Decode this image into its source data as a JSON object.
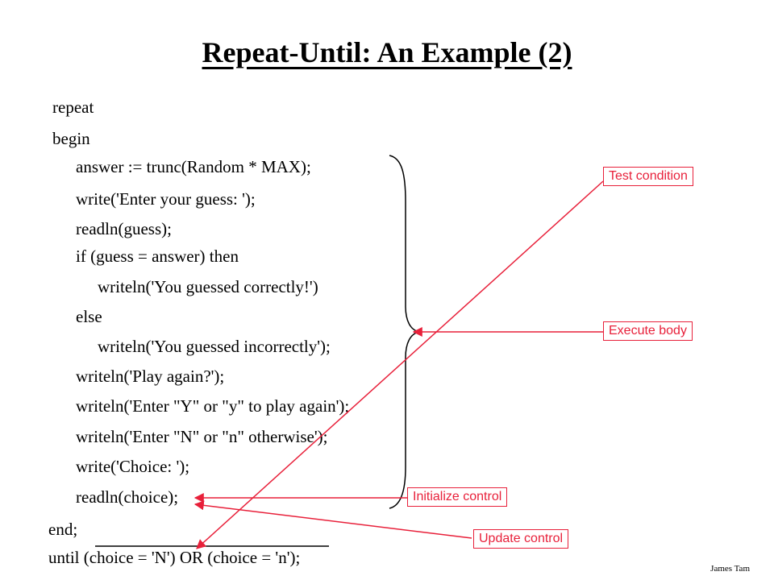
{
  "slide": {
    "title": "Repeat-Until: An Example (2)",
    "code": [
      "repeat",
      "begin",
      "answer := trunc(Random * MAX);",
      "write('Enter your guess: ');",
      "readln(guess);",
      "if (guess = answer) then",
      "writeln('You guessed correctly!')",
      "else",
      "writeln('You guessed incorrectly');",
      "writeln('Play again?');",
      "writeln('Enter \"Y\" or \"y\" to play again');",
      "writeln('Enter \"N\" or \"n\" otherwise');",
      "write('Choice: ');",
      "readln(choice);",
      "end;",
      "until (choice = 'N') OR (choice = 'n');"
    ],
    "callouts": {
      "test_condition": "Test condition",
      "execute_body": "Execute body",
      "initialize_control": "Initialize control",
      "update_control": "Update control"
    },
    "footer": "James Tam"
  },
  "colors": {
    "accent": "#e8203a",
    "text": "#000000",
    "background": "#ffffff"
  }
}
